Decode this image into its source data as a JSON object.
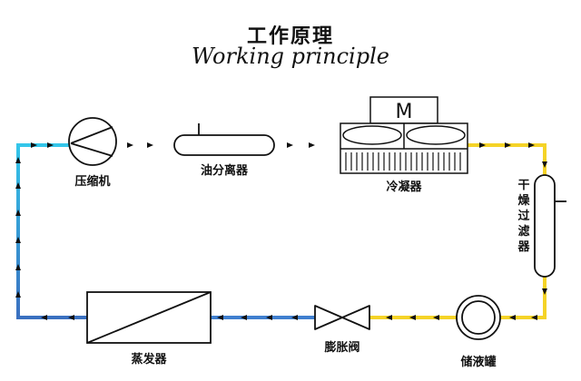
{
  "title": "工作原理",
  "subtitle": "Working principle",
  "components": {
    "compressor": "压缩机",
    "oil_separator": "油分离器",
    "condenser": "冷凝器",
    "condenser_motor": "M",
    "dryer_filter": "干燥过滤器",
    "receiver": "储液罐",
    "expansion_valve": "膨胀阀",
    "evaporator": "蒸发器"
  },
  "colors": {
    "hot_gas": "#e8302a",
    "warm": "#f08020",
    "liquid": "#f5d327",
    "cold": "#3a78c2",
    "suction": "#33c3e8"
  }
}
